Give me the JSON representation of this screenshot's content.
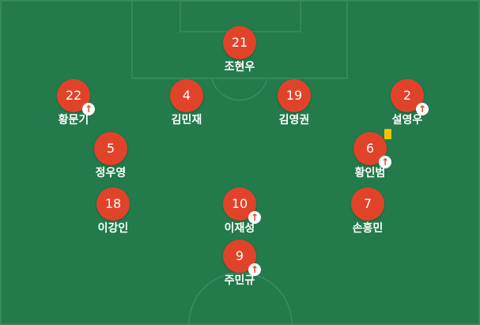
{
  "lineup": {
    "players": [
      {
        "number": "21",
        "name": "조현우",
        "sub": false,
        "card": false
      },
      {
        "number": "22",
        "name": "황문기",
        "sub": true,
        "card": false
      },
      {
        "number": "4",
        "name": "김민재",
        "sub": false,
        "card": false
      },
      {
        "number": "19",
        "name": "김영권",
        "sub": false,
        "card": false
      },
      {
        "number": "2",
        "name": "설영우",
        "sub": true,
        "card": false
      },
      {
        "number": "5",
        "name": "정우영",
        "sub": false,
        "card": false
      },
      {
        "number": "6",
        "name": "황인범",
        "sub": true,
        "card": true
      },
      {
        "number": "18",
        "name": "이강인",
        "sub": false,
        "card": false
      },
      {
        "number": "10",
        "name": "이재성",
        "sub": true,
        "card": false
      },
      {
        "number": "7",
        "name": "손흥민",
        "sub": false,
        "card": false
      },
      {
        "number": "9",
        "name": "주민규",
        "sub": true,
        "card": false
      }
    ],
    "substitution_icon": "up-arrow-icon",
    "card_icon": "yellow-card-icon",
    "colors": {
      "pitch": "#237a4a",
      "lines": "#3c8d5e",
      "player_disc": "#e1432a",
      "yellow_card": "#f7c200"
    }
  }
}
